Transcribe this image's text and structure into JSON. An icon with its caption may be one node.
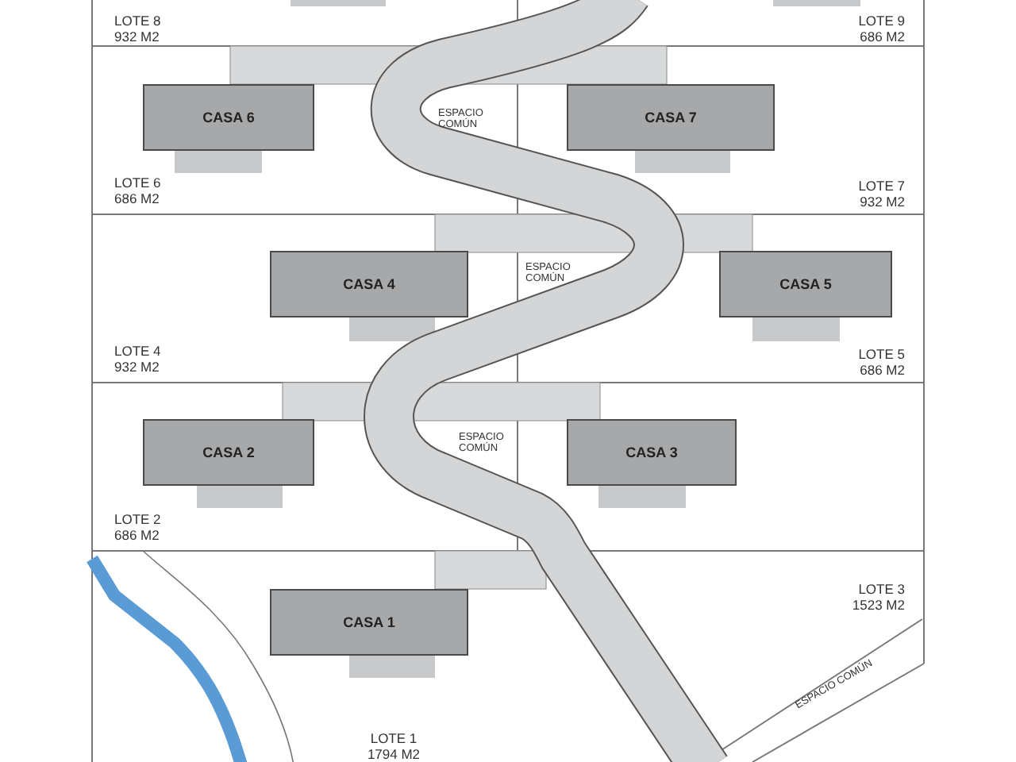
{
  "diagram": {
    "nodes": [
      {
        "text": [
          "CASA 6"
        ]
      },
      {
        "text": [
          "CASA 7"
        ]
      },
      {
        "text": [
          "CASA 4"
        ]
      },
      {
        "text": [
          "CASA 5"
        ]
      },
      {
        "text": [
          "CASA 2"
        ]
      },
      {
        "text": [
          "CASA 3"
        ]
      },
      {
        "text": [
          "CASA 1"
        ]
      }
    ],
    "labels": [
      "LOTE 8 932 M2",
      "LOTE 9 686 M2",
      "ESPACIO COMÚN",
      "LOTE 6 686 M2",
      "LOTE 7 932 M2",
      "ESPACIO COMÚN",
      "LOTE 4 932 M2",
      "LOTE 5 686 M2",
      "ESPACIO COMÚN",
      "LOTE 2 686 M2",
      "LOTE 3 1523 M2",
      "ESPACIO COMÚN",
      "LOTE 1 1794 M2"
    ]
  }
}
